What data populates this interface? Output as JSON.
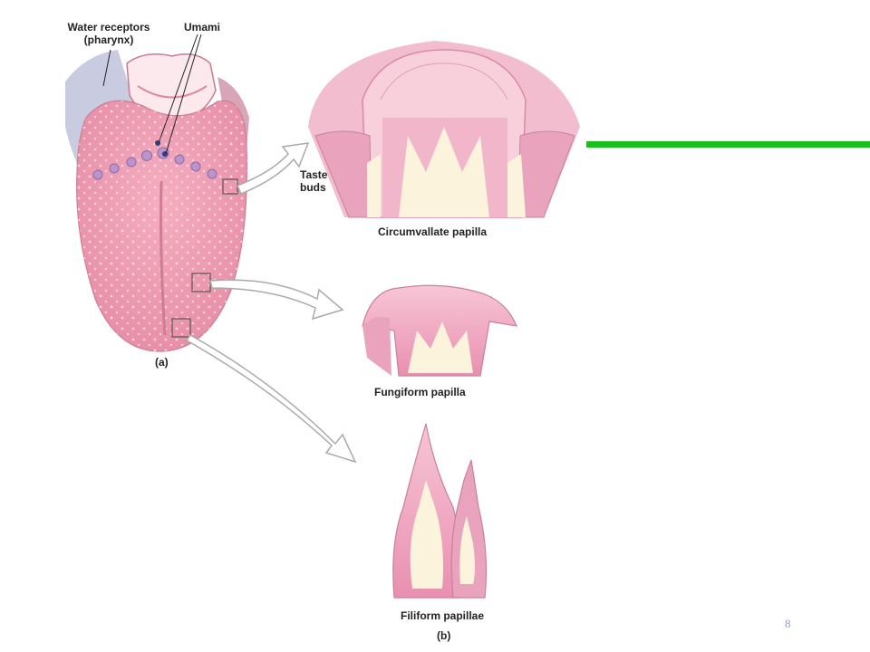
{
  "labels": {
    "water_receptors_line1": "Water receptors",
    "water_receptors_line2": "(pharynx)",
    "umami": "Umami",
    "taste": "Taste",
    "buds": "buds",
    "circumvallate": "Circumvallate papilla",
    "fungiform": "Fungiform papilla",
    "filiform": "Filiform papillae",
    "panel_a": "(a)",
    "panel_b": "(b)"
  },
  "slide_number": "8",
  "colors": {
    "accent_line": "#15c11a",
    "tongue": "#f0a0b4",
    "papilla_pink": "#f4b8cc",
    "taste_bud_cream": "#fbf3dc",
    "slide_number": "#8fa0d0"
  }
}
